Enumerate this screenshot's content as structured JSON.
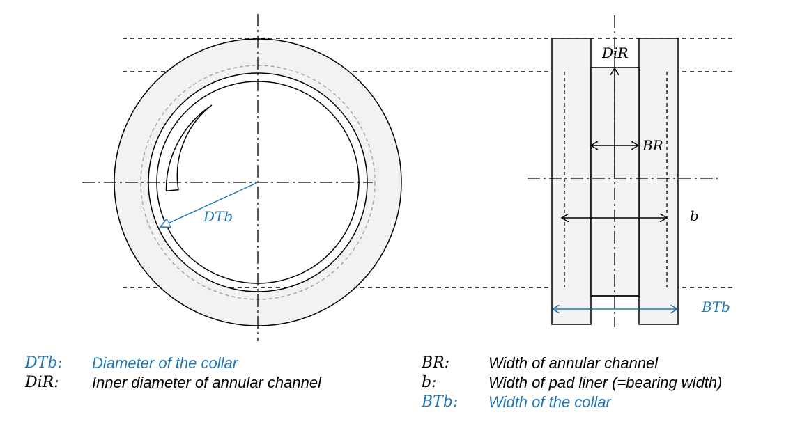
{
  "colors": {
    "line": "#000000",
    "accent": "#1f77b4",
    "fill": "#f2f2f2",
    "dashed_gray": "#a6a6a6"
  },
  "diagram": {
    "front_view": {
      "dimension_label": "DTb"
    },
    "side_view": {
      "label_DiR": "DiR",
      "label_BR": "BR",
      "label_b": "b",
      "label_BTb": "BTb"
    }
  },
  "legend": {
    "left": [
      {
        "key": "DTb:",
        "text": "Diameter of the collar",
        "color": "accent"
      },
      {
        "key": "DiR:",
        "text": "Inner diameter of annular channel",
        "color": "line"
      }
    ],
    "right": [
      {
        "key": "BR:",
        "text": "Width of annular channel",
        "color": "line"
      },
      {
        "key": "b:",
        "text": "Width of pad liner (=bearing width)",
        "color": "line"
      },
      {
        "key": "BTb:",
        "text": "Width of the collar",
        "color": "accent"
      }
    ]
  }
}
